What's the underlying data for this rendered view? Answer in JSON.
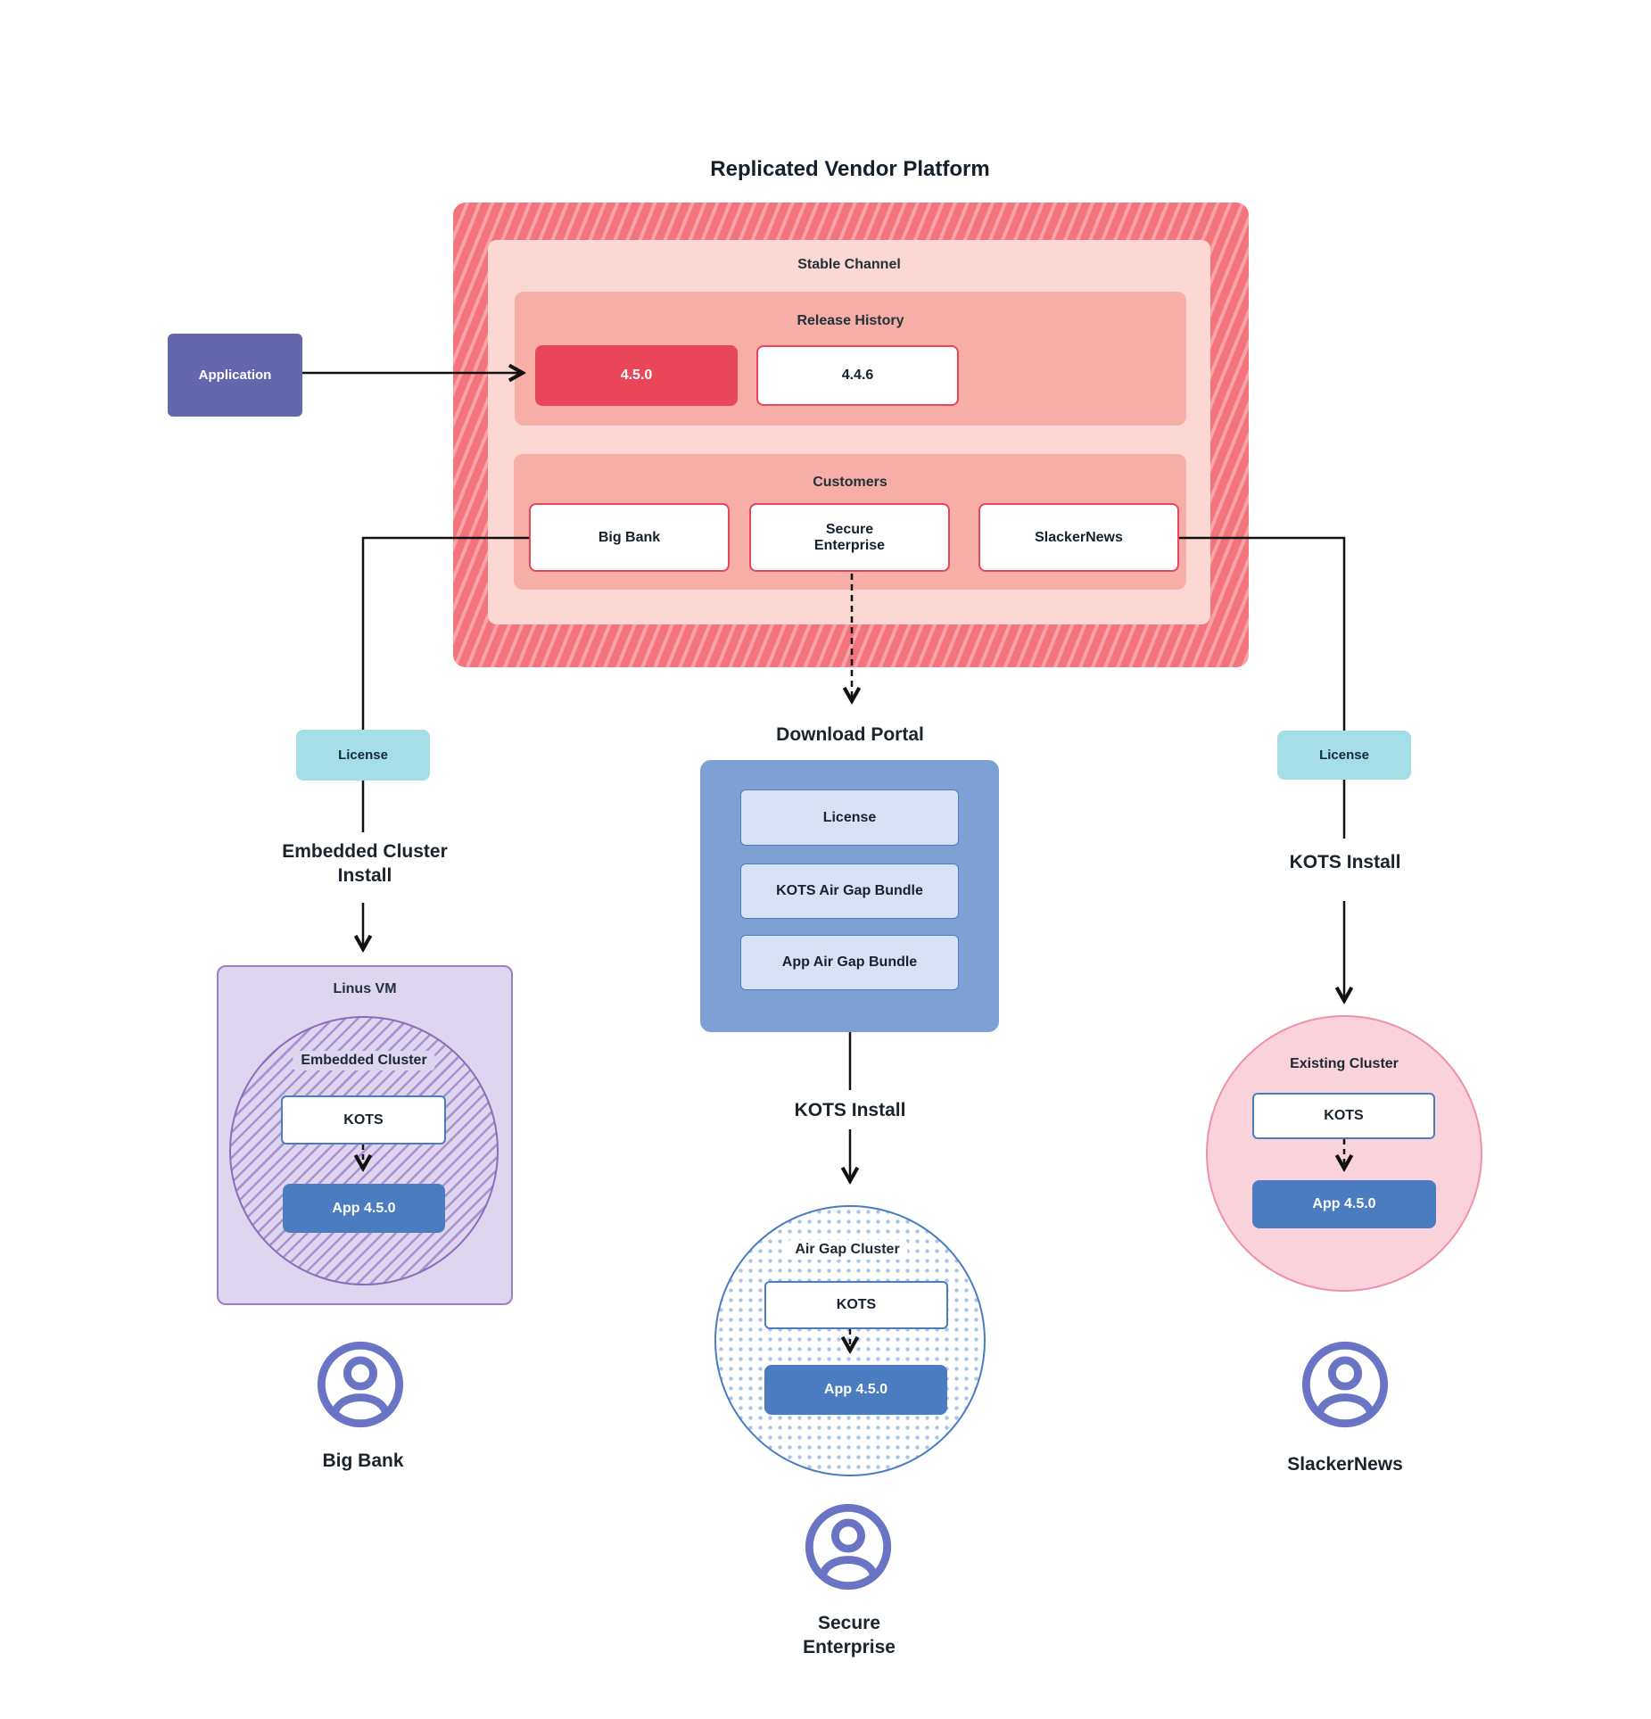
{
  "title": "Replicated Vendor Platform",
  "colors": {
    "platform_red": "#f4747b",
    "platform_stripe": "#f9a2a7",
    "stable_pink": "#fbd8d3",
    "band_salmon": "#f6aea6",
    "release_highlight_red": "#ea4659",
    "outline_red": "#e8445c",
    "application_purple": "#6467ae",
    "license_teal": "#a6dee7",
    "portal_blue": "#7ea1d5",
    "portal_item_lavender": "#d9e1f5",
    "app_blue": "#4a7cbf",
    "vm_lavender": "#ded5ee",
    "vm_border_purple": "#9b7fc6",
    "hatch_purple": "#ab90d1",
    "existing_pink": "#f9d2dc",
    "existing_border_pink": "#ef8fa9",
    "dot_blue": "#a9c5e8",
    "user_icon_purple": "#6974c4",
    "connector_black": "#111111"
  },
  "application": {
    "label": "Application"
  },
  "platform": {
    "stable_channel_label": "Stable Channel",
    "release_history_label": "Release History",
    "releases": [
      {
        "version": "4.5.0"
      },
      {
        "version": "4.4.6"
      }
    ],
    "customers_label": "Customers",
    "customers": [
      {
        "name": "Big Bank"
      },
      {
        "name": "Secure Enterprise"
      },
      {
        "name": "SlackerNews"
      }
    ]
  },
  "left_flow": {
    "license_label": "License",
    "install_label": "Embedded Cluster\nInstall",
    "vm_label": "Linus VM",
    "cluster_label": "Embedded Cluster",
    "kots_label": "KOTS",
    "app_label": "App 4.5.0",
    "customer_label": "Big Bank"
  },
  "middle_flow": {
    "portal_label": "Download Portal",
    "portal_items": [
      {
        "label": "License"
      },
      {
        "label": "KOTS Air Gap Bundle"
      },
      {
        "label": "App Air Gap Bundle"
      }
    ],
    "install_label": "KOTS Install",
    "cluster_label": "Air Gap Cluster",
    "kots_label": "KOTS",
    "app_label": "App 4.5.0",
    "customer_label": "Secure\nEnterprise"
  },
  "right_flow": {
    "license_label": "License",
    "install_label": "KOTS Install",
    "cluster_label": "Existing Cluster",
    "kots_label": "KOTS",
    "app_label": "App 4.5.0",
    "customer_label": "SlackerNews"
  }
}
